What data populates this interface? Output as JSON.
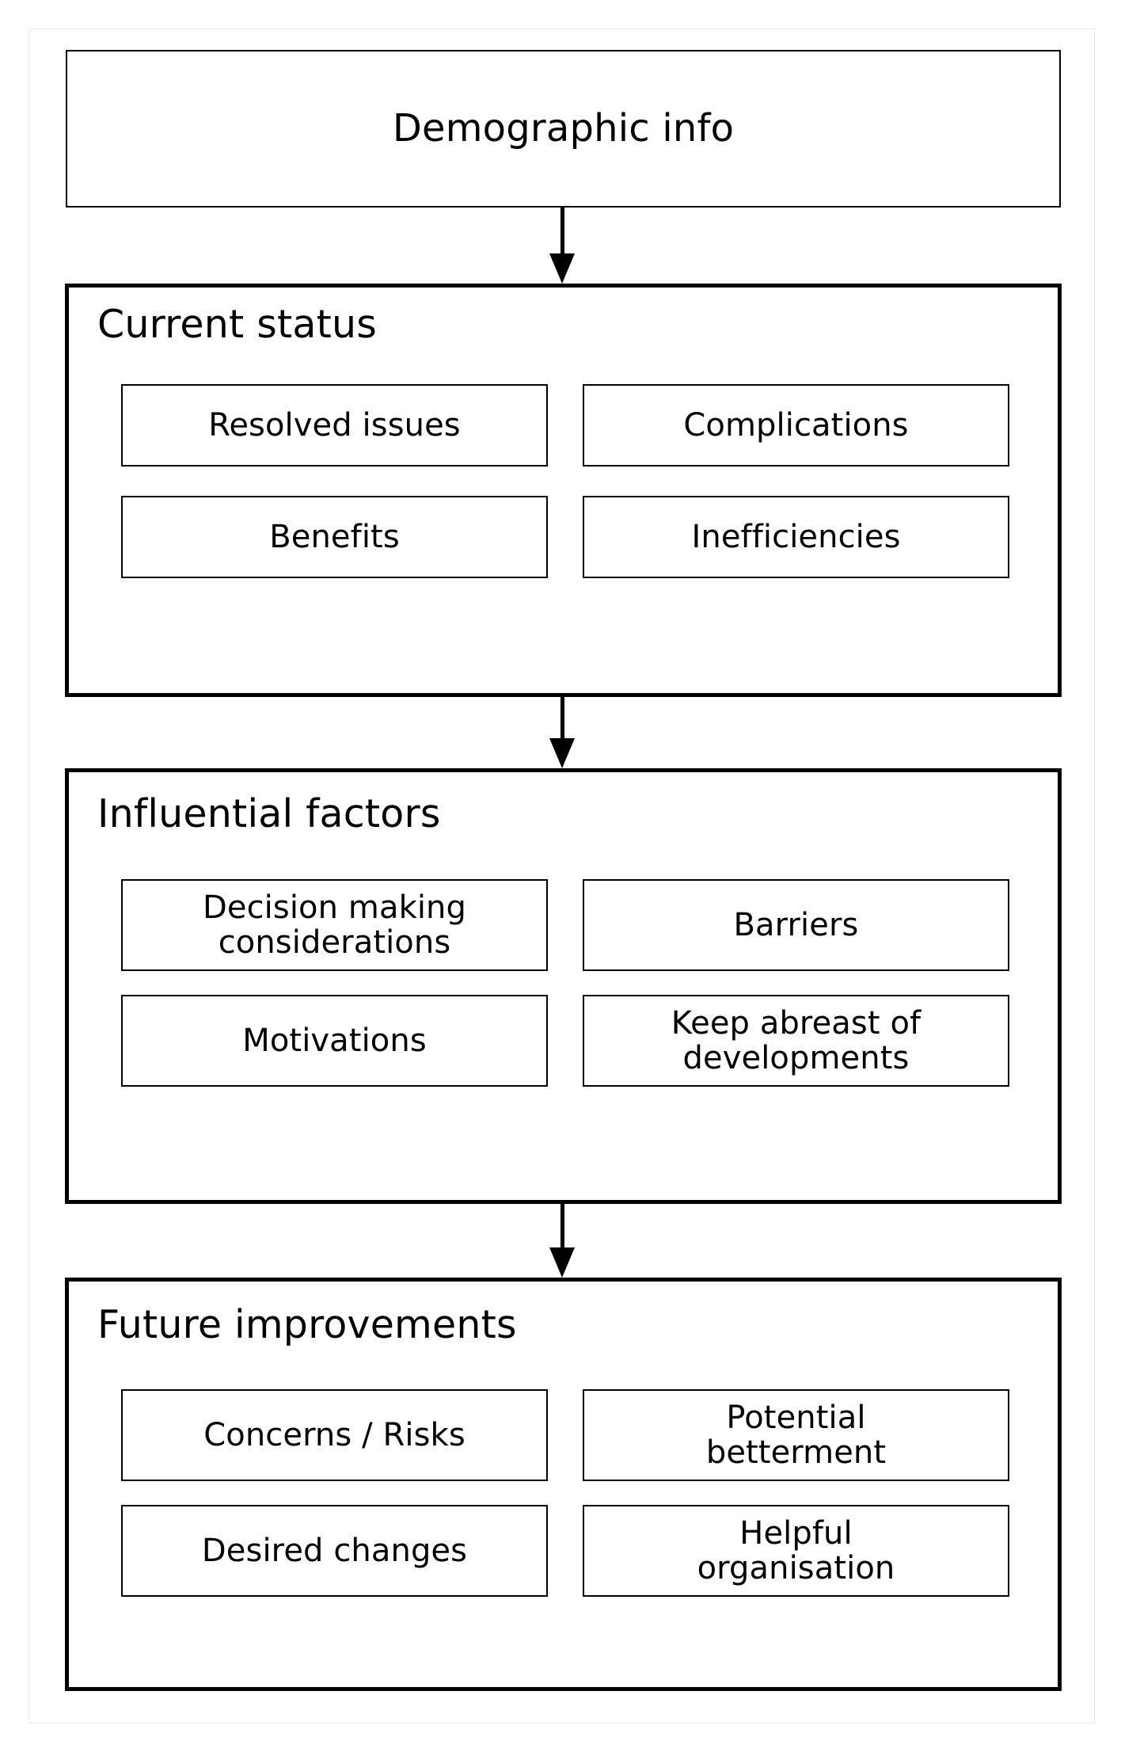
{
  "diagram": {
    "type": "flowchart",
    "orientation": "top-to-bottom",
    "background_color": "#ffffff",
    "line_color": "#000000",
    "frame_color": "#e9e9e9"
  },
  "top_node": {
    "label": "Demographic info"
  },
  "sections": [
    {
      "id": "current",
      "title": "Current status",
      "rows": [
        [
          {
            "label": "Resolved issues"
          },
          {
            "label": "Complications"
          }
        ],
        [
          {
            "label": "Benefits"
          },
          {
            "label": "Inefficiencies"
          }
        ]
      ]
    },
    {
      "id": "factors",
      "title": "Influential factors",
      "rows": [
        [
          {
            "label": "Decision making\nconsiderations"
          },
          {
            "label": "Barriers"
          }
        ],
        [
          {
            "label": "Motivations"
          },
          {
            "label": "Keep abreast of\ndevelopments"
          }
        ]
      ]
    },
    {
      "id": "future",
      "title": "Future improvements",
      "rows": [
        [
          {
            "label": "Concerns / Risks"
          },
          {
            "label": "Potential\nbetterment"
          }
        ],
        [
          {
            "label": "Desired changes"
          },
          {
            "label": "Helpful\norganisation"
          }
        ]
      ]
    }
  ],
  "connectors": [
    {
      "id": "arrow-1",
      "from": "Demographic info",
      "to": "Current status"
    },
    {
      "id": "arrow-2",
      "from": "Current status",
      "to": "Influential factors"
    },
    {
      "id": "arrow-3",
      "from": "Influential factors",
      "to": "Future improvements"
    }
  ]
}
